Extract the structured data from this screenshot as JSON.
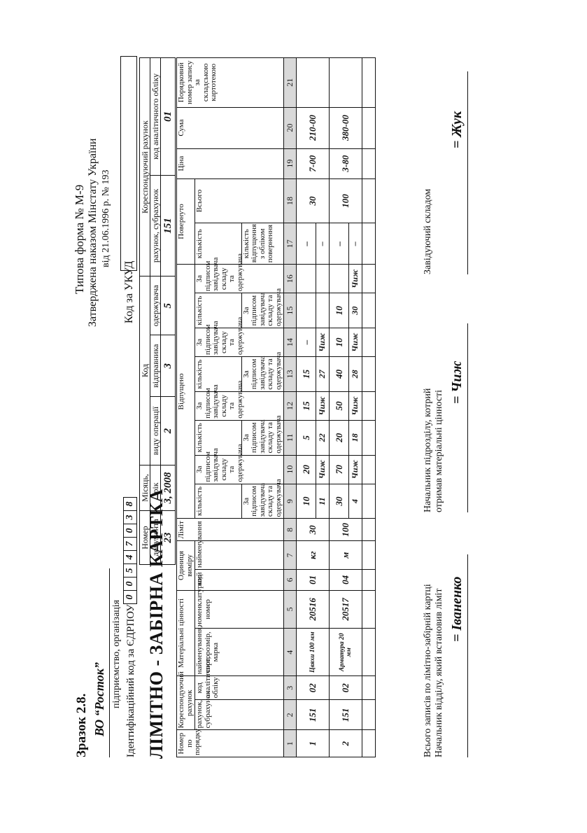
{
  "header": {
    "sample_title": "Зразок 2.8.",
    "enterprise_name": "ВО “Росток”",
    "enterprise_caption": "підприємство, організація",
    "edrpou_label": "Ідентифікаційний код за ЄДРПОУ",
    "edrpou_digits": [
      "0",
      "0",
      "5",
      "4",
      "7",
      "0",
      "3",
      "8"
    ],
    "form_no": "Типова форма № М-9",
    "approved": "Затверджена наказом Мінстату України",
    "approved_date": "від 21.06.1996 р. № 193",
    "ukud_label": "Код за УКУД",
    "card_title": "ЛІМІТНО - ЗАБІРНА КАРТКА"
  },
  "doc_table": {
    "h_number": "Номер",
    "h_month": "Місяць,",
    "h_code": "Код",
    "h_corr_account": "Кореспондуючий рахунок",
    "h_document": "документа",
    "h_year": "рік",
    "h_operation": "виду операції",
    "h_sender": "відправника",
    "h_receiver": "одержувача",
    "h_account": "рахунок, субрахунок",
    "h_analytic": "код аналітичного обліку",
    "document": "23",
    "month_year": "3, 2008",
    "operation": "2",
    "sender": "3",
    "receiver": "5",
    "account": "151",
    "analytic": "01"
  },
  "main_table": {
    "h_row_no": "Номер по порядку",
    "h_corr": "Кореспондуючий рахунок",
    "h_corr_account": "рахунок, субрахунок",
    "h_corr_code": "код аналітичного обліку",
    "h_material": "Матеріальні цінності",
    "h_mat_name": "найменування, сорт, розмір, марка",
    "h_mat_nomen": "номенклатурний номер",
    "h_unit": "Одиниця виміру",
    "h_unit_code": "код",
    "h_unit_name": "найменування",
    "h_limit": "Ліміт",
    "h_released": "Відпущено",
    "h_qty": "кількість",
    "h_sign": "За підписом завідувача складу та одержувача",
    "h_returned": "Повернуто",
    "h_total": "Всього",
    "h_total_qty": "кількість відпущення з обліком повернення",
    "h_price": "Ціна",
    "h_sum": "Сума",
    "h_order": "Порядковий номер запису за складською картотекою",
    "col_numbers": [
      "1",
      "2",
      "3",
      "4",
      "5",
      "6",
      "7",
      "8",
      "9",
      "10",
      "11",
      "12",
      "13",
      "14",
      "15",
      "16",
      "17",
      "18",
      "19",
      "20",
      "21"
    ],
    "rows": [
      {
        "no": "1",
        "account": "151",
        "code": "02",
        "name": "Цвяхи 100 мм",
        "nomen": "20516",
        "unit_code": "01",
        "unit_name": "кг",
        "limit": "30",
        "r1_qty": "10",
        "r1_sign": "20",
        "r2_qty": "5",
        "r2_sign": "15",
        "r3_qty": "15",
        "r3_sign": "–",
        "r4_qty": "",
        "r4_sign": "",
        "d1": "11",
        "s1": "Чиж",
        "d2": "22",
        "s2": "Чиж",
        "d3": "27",
        "s3": "Чиж",
        "d4": "",
        "s4": "",
        "ret": "–",
        "ret_a": "–",
        "ret_b": "–",
        "total": "30",
        "price": "7-00",
        "sum": "210-00",
        "order": ""
      },
      {
        "no": "2",
        "account": "151",
        "code": "02",
        "name": "Арматура 20 мм",
        "nomen": "20517",
        "unit_code": "04",
        "unit_name": "м",
        "limit": "100",
        "r1_qty": "30",
        "r1_sign": "70",
        "r2_qty": "20",
        "r2_sign": "50",
        "r3_qty": "40",
        "r3_sign": "10",
        "r4_qty": "10",
        "r4_sign": "",
        "d1": "4",
        "s1": "Чиж",
        "d2": "18",
        "s2": "Чиж",
        "d3": "28",
        "s3": "Чиж",
        "d4": "30",
        "s4": "Чиж",
        "ret": "–",
        "ret_a": "–",
        "ret_b": "–",
        "total": "100",
        "price": "3-80",
        "sum": "380-00",
        "order": ""
      }
    ]
  },
  "footer": {
    "total_records": "Всього записів по лімітно-забірній картці",
    "section_head": "Начальник відділу, який встановив ліміт",
    "sig_left": "= Іваненко",
    "receiver_head": "Начальник підрозділу, котрий отримав матеріальні цінності",
    "sig_mid": "= Чиж",
    "warehouse_head": "Завідуючий складом",
    "sig_right": "= Жук"
  }
}
